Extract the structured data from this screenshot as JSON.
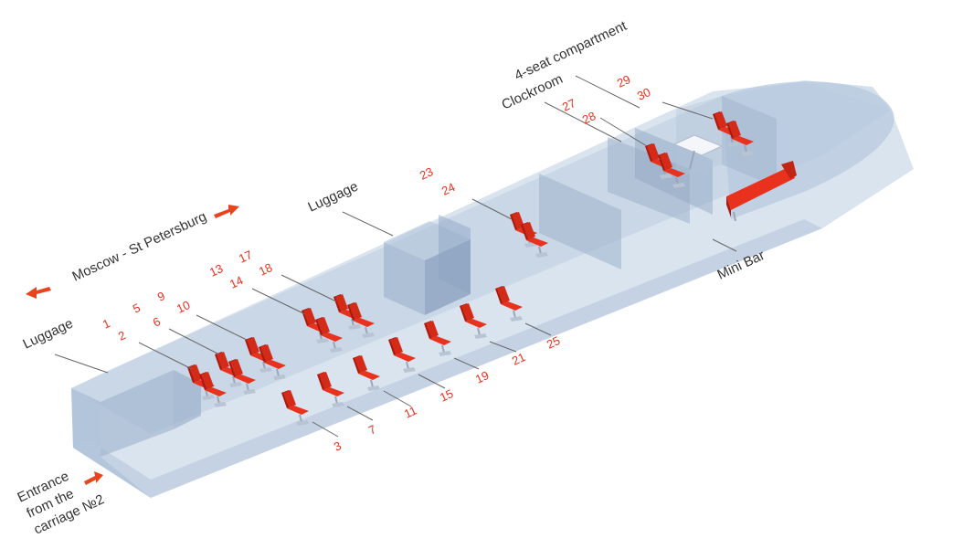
{
  "labels": {
    "direction": "Moscow - St Petersburg",
    "luggage_left": "Luggage",
    "luggage_center": "Luggage",
    "four_seat": "4-seat compartment",
    "clockroom": "Clockroom",
    "mini_bar": "Mini Bar",
    "entrance_line1": "Entrance",
    "entrance_line2": "from the",
    "entrance_line3": "carriage №2"
  },
  "seat_numbers": {
    "n1": "1",
    "n2": "2",
    "n3": "3",
    "n5": "5",
    "n6": "6",
    "n7": "7",
    "n9": "9",
    "n10": "10",
    "n11": "11",
    "n13": "13",
    "n14": "14",
    "n15": "15",
    "n17": "17",
    "n18": "18",
    "n19": "19",
    "n21": "21",
    "n23": "23",
    "n24": "24",
    "n25": "25",
    "n27": "27",
    "n28": "28",
    "n29": "29",
    "n30": "30"
  },
  "colors": {
    "seat_red": "#e8321e",
    "seat_dark": "#a81a10",
    "hull_fill": "#c8d6e6",
    "partition_fill": "#9fb3cc",
    "accent_arrow": "#e8451e",
    "text": "#333333"
  }
}
